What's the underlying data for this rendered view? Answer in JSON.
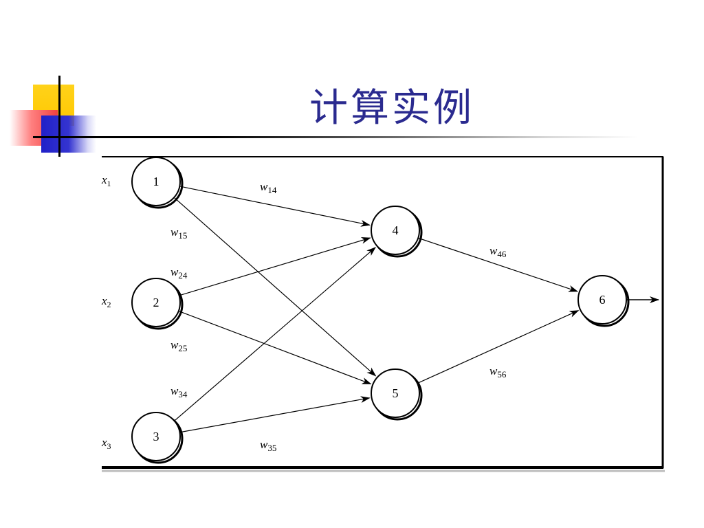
{
  "slide": {
    "title": "计算实例"
  },
  "network": {
    "nodes": [
      {
        "id": "1",
        "label": "1"
      },
      {
        "id": "2",
        "label": "2"
      },
      {
        "id": "3",
        "label": "3"
      },
      {
        "id": "4",
        "label": "4"
      },
      {
        "id": "5",
        "label": "5"
      },
      {
        "id": "6",
        "label": "6"
      }
    ],
    "inputs": [
      {
        "node": "1",
        "var": "x",
        "sub": "1"
      },
      {
        "node": "2",
        "var": "x",
        "sub": "2"
      },
      {
        "node": "3",
        "var": "x",
        "sub": "3"
      }
    ],
    "edges": [
      {
        "from": "1",
        "to": "4",
        "var": "w",
        "sub": "14"
      },
      {
        "from": "1",
        "to": "5",
        "var": "w",
        "sub": "15"
      },
      {
        "from": "2",
        "to": "4",
        "var": "w",
        "sub": "24"
      },
      {
        "from": "2",
        "to": "5",
        "var": "w",
        "sub": "25"
      },
      {
        "from": "3",
        "to": "4",
        "var": "w",
        "sub": "34"
      },
      {
        "from": "3",
        "to": "5",
        "var": "w",
        "sub": "35"
      },
      {
        "from": "4",
        "to": "6",
        "var": "w",
        "sub": "46"
      },
      {
        "from": "5",
        "to": "6",
        "var": "w",
        "sub": "56"
      }
    ],
    "output_from": "6"
  }
}
